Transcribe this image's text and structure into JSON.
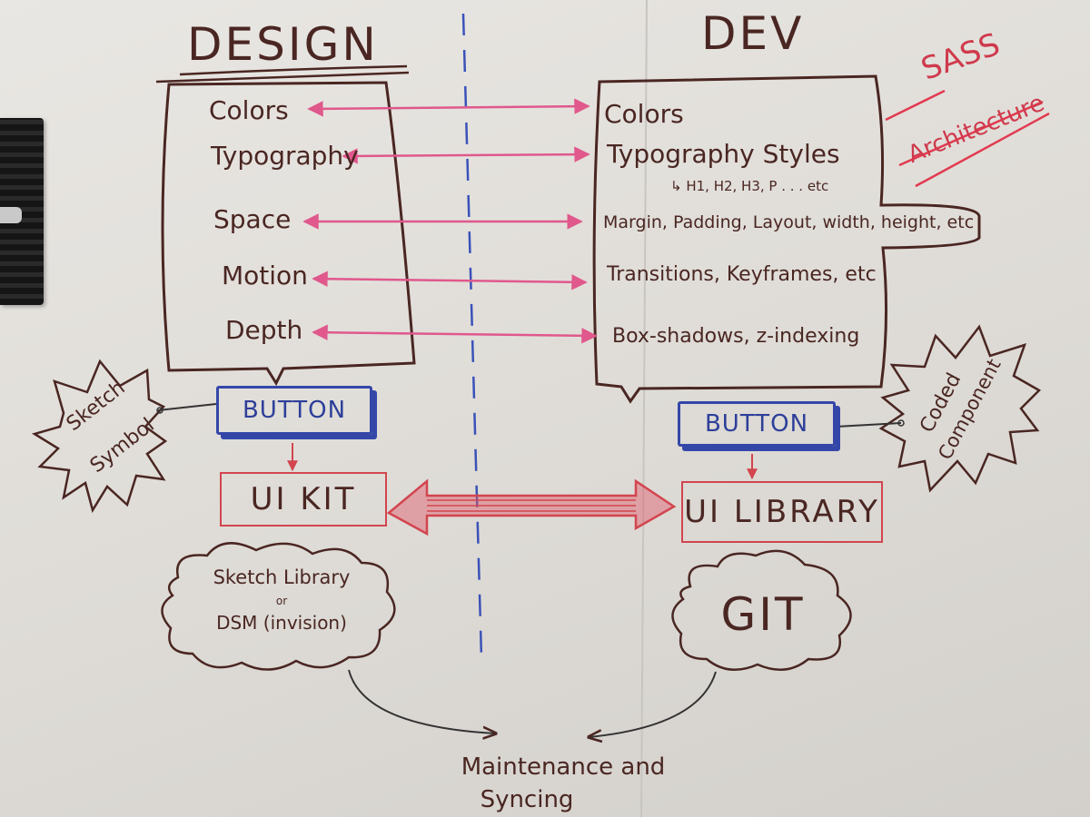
{
  "colors": {
    "ink_brown": "#4a2622",
    "ink_pink": "#e0588c",
    "ink_red": "#d2454f",
    "ink_blue": "#3447a8",
    "board": "#e4e1dc"
  },
  "design": {
    "title": "DESIGN",
    "items": [
      "Colors",
      "Typography",
      "Space",
      "Motion",
      "Depth"
    ]
  },
  "dev": {
    "title": "DEV",
    "items": [
      "Colors",
      "Typography Styles",
      "Margin, Padding, Layout, width, height, etc",
      "Transitions, Keyframes, etc",
      "Box-shadows, z-indexing"
    ],
    "typography_note": "↳ H1, H2, H3, P . . . etc"
  },
  "sass_note": {
    "line1": "SASS",
    "line2": "Architecture"
  },
  "design_button": "BUTTON",
  "dev_button": "BUTTON",
  "sketch_symbol": {
    "line1": "Sketch",
    "line2": "Symbol"
  },
  "coded_component": {
    "line1": "Coded",
    "line2": "Component"
  },
  "ui_kit": "UI KIT",
  "ui_library": "UI LIBRARY",
  "sketch_library": {
    "line1": "Sketch Library",
    "line2": "or",
    "line3": "DSM (invision)"
  },
  "git": "GIT",
  "maintenance": {
    "line1": "Maintenance and",
    "line2": "Syncing"
  }
}
